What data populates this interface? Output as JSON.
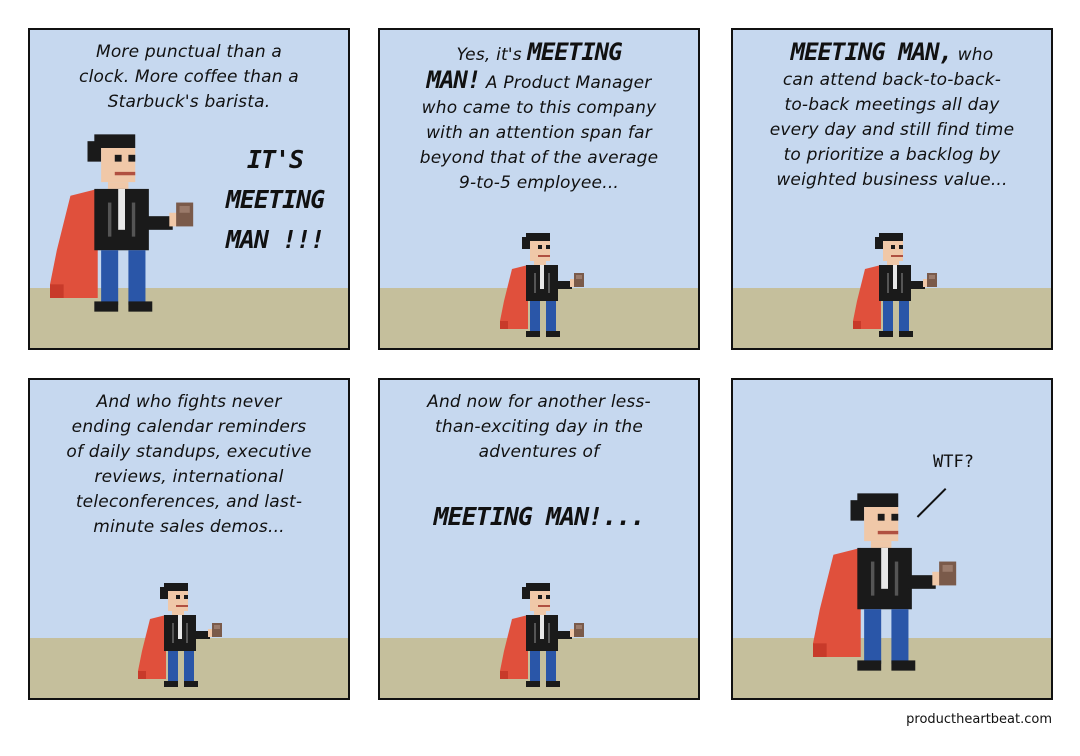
{
  "panels": [
    {
      "caption_lines": [
        "More punctual than a",
        "clock. More coffee than a",
        "Starbuck's barista."
      ],
      "yell_lines": [
        "IT'S",
        "MEETING",
        "MAN !!!"
      ]
    },
    {
      "caption_start": "Yes, it's",
      "caption_shout_1": "MEETING",
      "caption_shout_2": "MAN!",
      "caption_after": "A Product Manager",
      "caption_lines": [
        "who came to this company",
        "with an attention span far",
        "beyond that of the average",
        "9-to-5 employee..."
      ]
    },
    {
      "caption_shout": "MEETING MAN,",
      "caption_after": "who",
      "caption_lines": [
        "can attend back-to-back-",
        "to-back meetings all day",
        "every day and still find time",
        "to prioritize a backlog by",
        "weighted business value..."
      ]
    },
    {
      "caption_lines": [
        "And who fights never",
        "ending calendar reminders",
        "of daily standups, executive",
        "reviews, international",
        "teleconferences, and last-",
        "minute sales demos..."
      ]
    },
    {
      "caption_lines": [
        "And now for another less-",
        "than-exciting day in the",
        "adventures of"
      ],
      "tagline": "MEETING MAN!..."
    },
    {
      "speech": "WTF?"
    }
  ],
  "credit": "productheartbeat.com",
  "colors": {
    "sky": "#c6d8ef",
    "ground": "#c5bf9c",
    "cape": "#e0503c",
    "jeans": "#2a56a8",
    "jacket": "#1a1a1a",
    "skin": "#f0c8a8",
    "coffee": "#7a5a4a"
  }
}
